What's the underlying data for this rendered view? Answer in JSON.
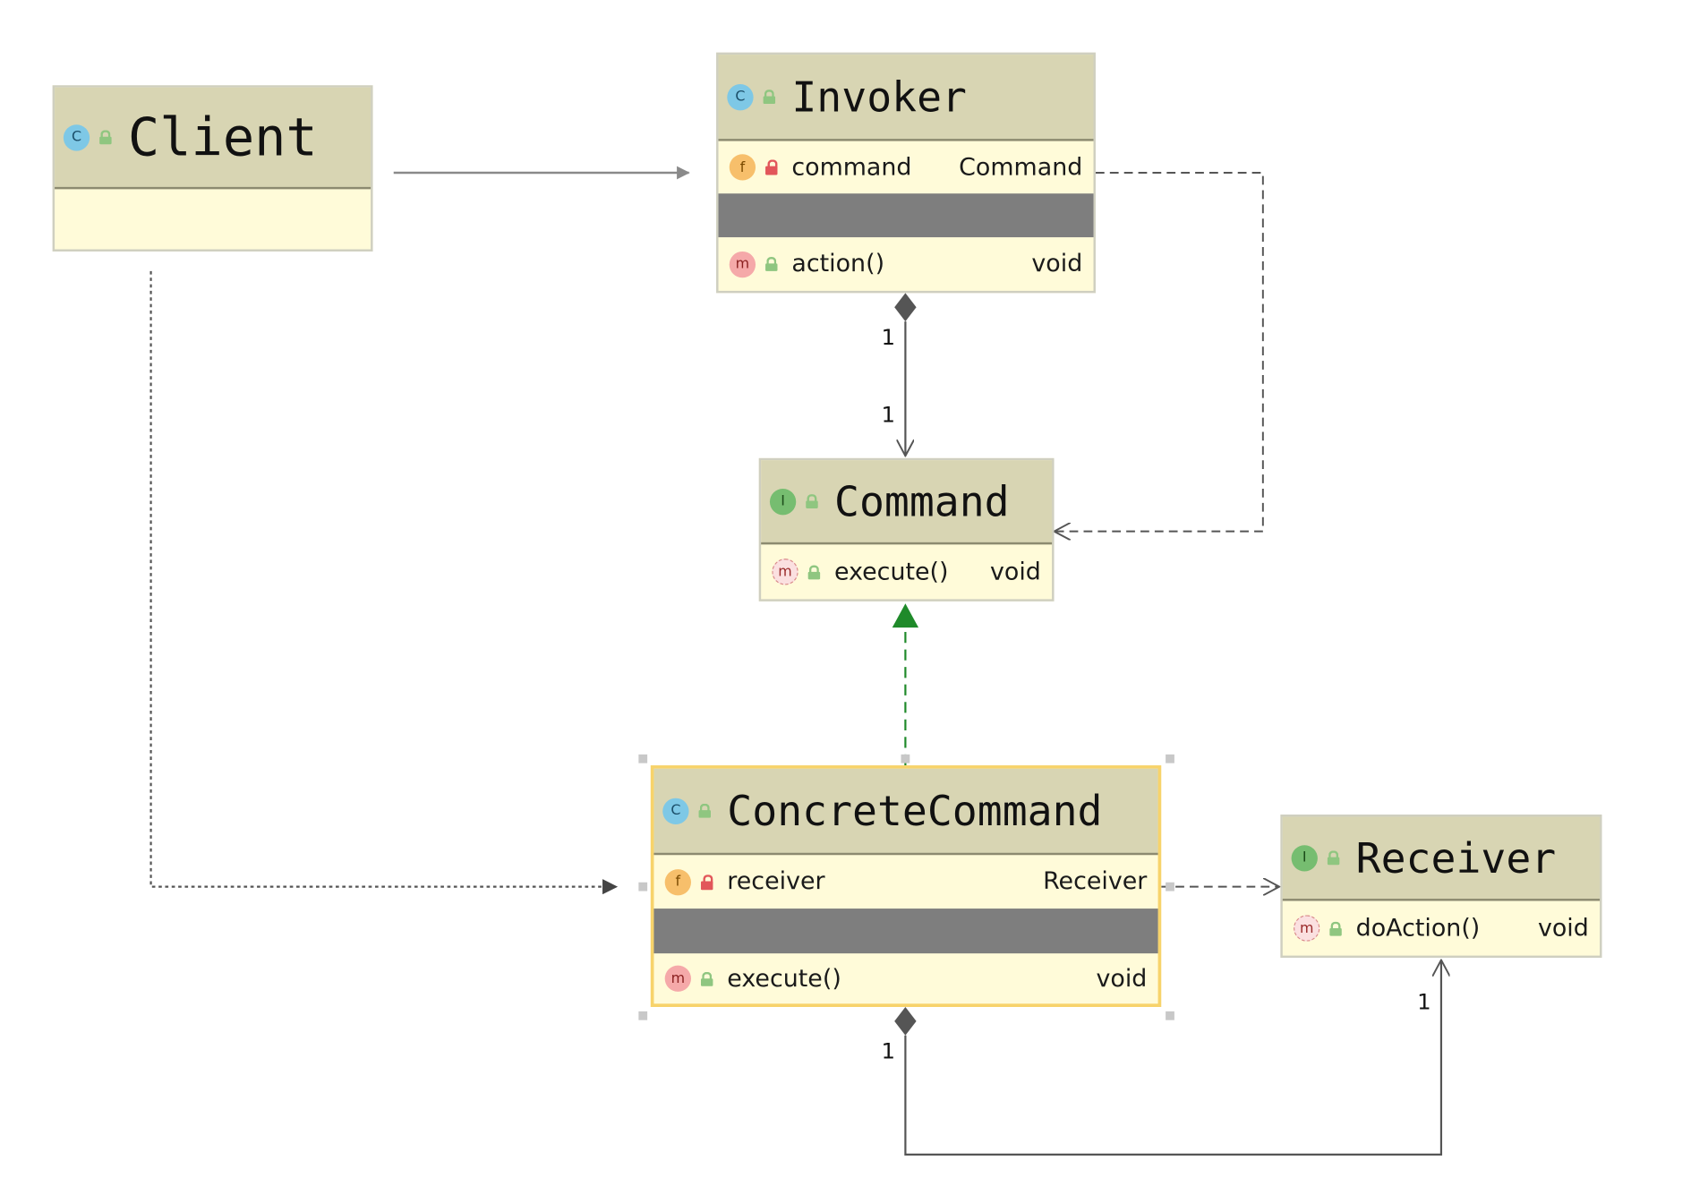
{
  "classes": {
    "client": {
      "name": "Client",
      "kind_badge": "C"
    },
    "invoker": {
      "name": "Invoker",
      "kind_badge": "C",
      "field": {
        "badge": "f",
        "name": "command",
        "type": "Command"
      },
      "method": {
        "badge": "m",
        "name": "action()",
        "type": "void"
      }
    },
    "command": {
      "name": "Command",
      "kind_badge": "I",
      "method": {
        "badge": "m",
        "name": "execute()",
        "type": "void"
      }
    },
    "concrete_command": {
      "name": "ConcreteCommand",
      "kind_badge": "C",
      "field": {
        "badge": "f",
        "name": "receiver",
        "type": "Receiver"
      },
      "method": {
        "badge": "m",
        "name": "execute()",
        "type": "void"
      }
    },
    "receiver": {
      "name": "Receiver",
      "kind_badge": "I",
      "method": {
        "badge": "m",
        "name": "doAction()",
        "type": "void"
      }
    }
  },
  "multiplicities": {
    "invoker_command_source": "1",
    "invoker_command_target": "1",
    "concrete_receiver_source": "1",
    "concrete_receiver_target": "1"
  },
  "colors": {
    "header": "#d8d5b3",
    "body": "#fffbd9",
    "empty_compartment": "#7e7e7e",
    "realization": "#1f8a2a",
    "selection": "#f7d36b",
    "connector": "#555555"
  }
}
